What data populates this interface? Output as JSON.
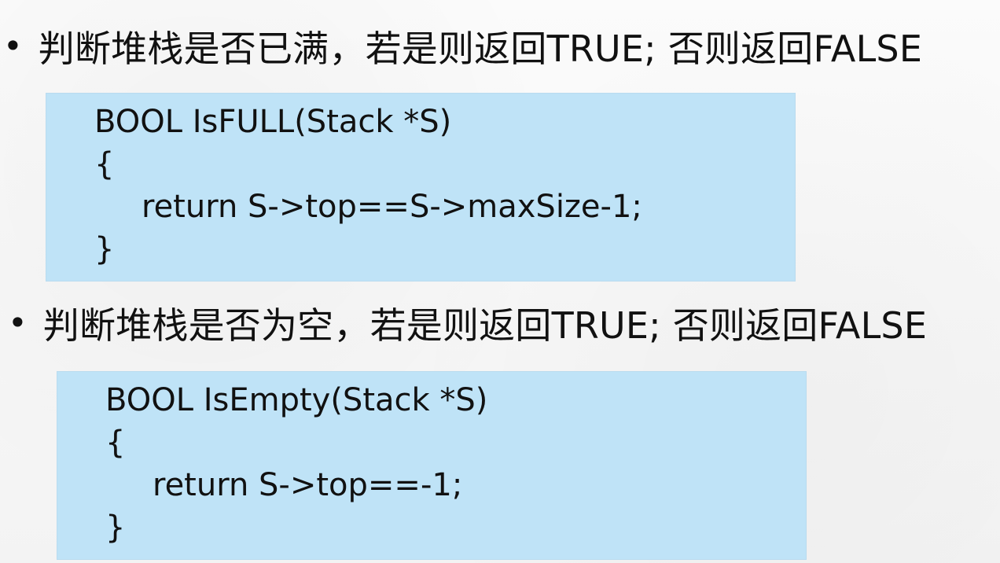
{
  "slide": {
    "bullet_symbol": "•",
    "sections": [
      {
        "heading": "判断堆栈是否已满，若是则返回TRUE; 否则返回FALSE",
        "code_lines": [
          "BOOL IsFULL(Stack *S)",
          "{",
          "return S->top==S->maxSize-1;",
          "}"
        ]
      },
      {
        "heading": "判断堆栈是否为空，若是则返回TRUE; 否则返回FALSE",
        "code_lines": [
          "BOOL IsEmpty(Stack *S)",
          "{",
          "return S->top==-1;",
          "}"
        ]
      }
    ],
    "colors": {
      "code_box": "#bfe3f7",
      "text": "#111111",
      "background": "#f7f7f7"
    }
  }
}
